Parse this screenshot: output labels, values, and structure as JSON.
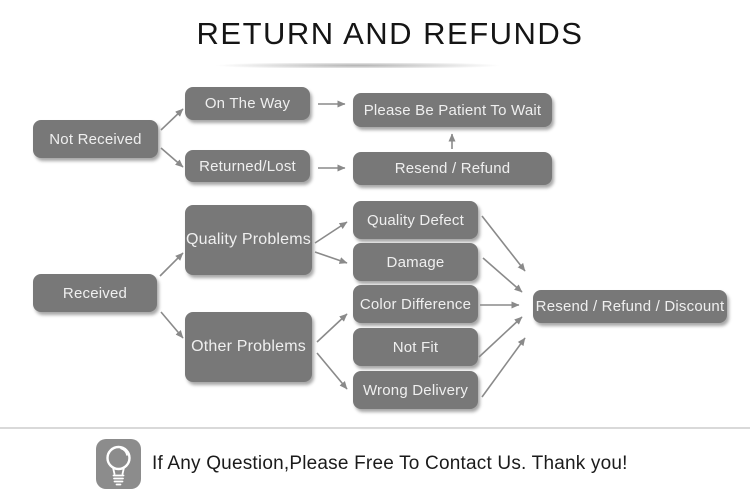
{
  "title": "RETURN AND REFUNDS",
  "colors": {
    "box_fill": "#787878",
    "box_text": "#efefef",
    "arrow": "#8a8a8a",
    "title_text": "#151515",
    "divider": "#d9d9d9",
    "footer_text": "#1b1b1b",
    "icon_fill": "#8c8c8c"
  },
  "flowchart": {
    "nodes": {
      "not_received": {
        "label": "Not Received"
      },
      "on_the_way": {
        "label": "On The Way"
      },
      "returned_lost": {
        "label": "Returned/Lost"
      },
      "please_wait": {
        "label": "Please Be Patient To Wait"
      },
      "resend_refund": {
        "label": "Resend / Refund"
      },
      "received": {
        "label": "Received"
      },
      "quality_problems": {
        "label": "Quality Problems"
      },
      "other_problems": {
        "label": "Other Problems"
      },
      "quality_defect": {
        "label": "Quality Defect"
      },
      "damage": {
        "label": "Damage"
      },
      "color_difference": {
        "label": "Color Difference"
      },
      "not_fit": {
        "label": "Not Fit"
      },
      "wrong_delivery": {
        "label": "Wrong Delivery"
      },
      "resend_refund_discount": {
        "label": "Resend / Refund / Discount"
      }
    }
  },
  "footer": {
    "icon": "light-bulb-icon",
    "message": "If Any Question,Please Free To Contact Us. Thank you!"
  }
}
